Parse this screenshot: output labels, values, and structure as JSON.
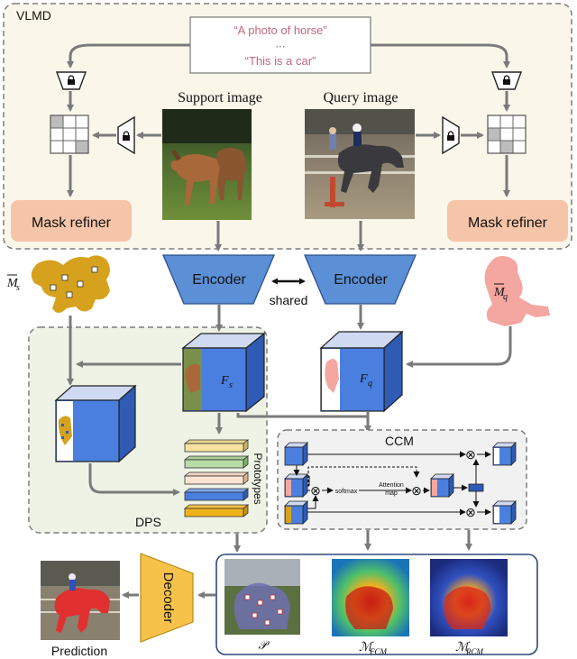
{
  "panels": {
    "vlmd": "VLMD",
    "dps": "DPS",
    "ccm": "CCM"
  },
  "text_prompt": {
    "line1": "“A photo of horse”",
    "ellipsis": "⋯",
    "line2": "“This is a car”"
  },
  "labels": {
    "support_image": "Support image",
    "query_image": "Query image",
    "mask_refiner_left": "Mask refiner",
    "mask_refiner_right": "Mask refiner",
    "encoder_left": "Encoder",
    "encoder_right": "Encoder",
    "shared": "shared",
    "prototypes": "Prototypes",
    "decoder": "Decoder",
    "prediction": "Prediction",
    "softmax": "softmax",
    "attention_map_1": "Attention",
    "attention_map_2": "map"
  },
  "math": {
    "ms_base": "M",
    "ms_sub": "s",
    "mq_base": "M",
    "mq_sub": "q",
    "fs_base": "F",
    "fs_sub": "s",
    "fq_base": "F",
    "fq_sub": "q",
    "p": "𝒫",
    "mfcm_base": "ℳ",
    "mfcm_sub": "FCM",
    "mrcm_base": "ℳ",
    "mrcm_sub": "RCM",
    "otimes": "⊗"
  },
  "colors": {
    "mask_refiner_fill": "#f6c4a8",
    "encoder_fill": "#5b8fd6",
    "cube_front": "#4a7fe0",
    "support_mask": "#d6a21e",
    "query_mask": "#f4a6a0",
    "arrow": "#7a7a7a"
  }
}
